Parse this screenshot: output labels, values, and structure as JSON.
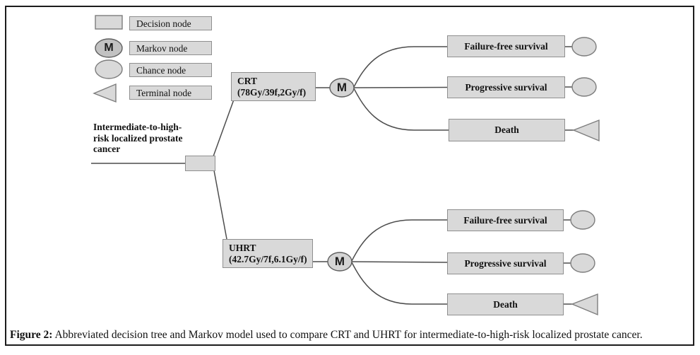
{
  "figure": {
    "caption_label": "Figure 2:",
    "caption_text": " Abbreviated decision tree and Markov model used to compare CRT and UHRT for intermediate-to-high-risk localized prostate cancer."
  },
  "legend": {
    "items": [
      {
        "label": "Decision node"
      },
      {
        "label": "Markov node",
        "symbol_text": "M"
      },
      {
        "label": "Chance node"
      },
      {
        "label": "Terminal node"
      }
    ]
  },
  "tree": {
    "root": {
      "line1": "Intermediate-to-high-",
      "line2": "risk localized prostate",
      "line3": "cancer"
    },
    "branches": [
      {
        "name": "CRT",
        "dose": "(78Gy/39f,2Gy/f)",
        "markov_label": "M",
        "outcomes": [
          {
            "label": "Failure-free survival",
            "end_node": "chance"
          },
          {
            "label": "Progressive survival",
            "end_node": "chance"
          },
          {
            "label": "Death",
            "end_node": "terminal"
          }
        ]
      },
      {
        "name": "UHRT",
        "dose": "(42.7Gy/7f,6.1Gy/f)",
        "markov_label": "M",
        "outcomes": [
          {
            "label": "Failure-free survival",
            "end_node": "chance"
          },
          {
            "label": "Progressive survival",
            "end_node": "chance"
          },
          {
            "label": "Death",
            "end_node": "terminal"
          }
        ]
      }
    ]
  },
  "colors": {
    "node_fill": "#d9d9d9",
    "markov_legend_fill": "#c2c2c2",
    "node_border": "#8f8f8f",
    "line": "#4d4d4d",
    "frame": "#1c1c1c"
  }
}
